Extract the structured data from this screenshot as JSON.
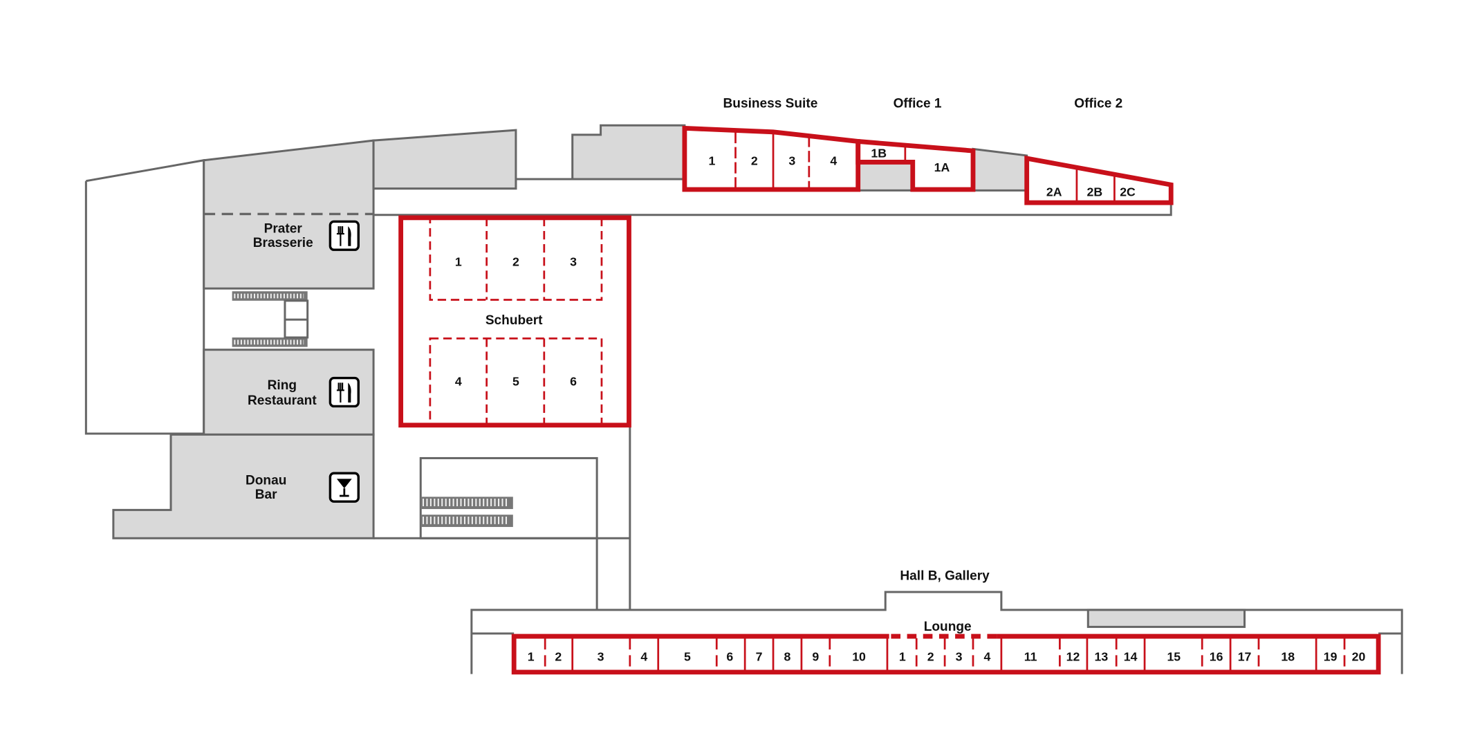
{
  "floorplan": {
    "colors": {
      "event_space": "#c8101a",
      "facility": "#d9d9d9",
      "wall": "#666666"
    },
    "areas": {
      "business_suite": {
        "label": "Business Suite",
        "rooms": [
          "1",
          "2",
          "3",
          "4"
        ]
      },
      "office1": {
        "label": "Office 1",
        "rooms": [
          "1B",
          "1A"
        ]
      },
      "office2": {
        "label": "Office 2",
        "rooms": [
          "2A",
          "2B",
          "2C"
        ]
      },
      "schubert": {
        "label": "Schubert",
        "rooms": [
          "1",
          "2",
          "3",
          "4",
          "5",
          "6"
        ]
      },
      "hall_b": {
        "label": "Hall B, Gallery"
      },
      "lounge": {
        "label": "Lounge",
        "rooms_left": [
          "1",
          "2",
          "3",
          "4",
          "5",
          "6",
          "7",
          "8",
          "9",
          "10"
        ],
        "rooms_mid": [
          "1",
          "2",
          "3",
          "4"
        ],
        "rooms_right": [
          "11",
          "12",
          "13",
          "14",
          "15",
          "16",
          "17",
          "18",
          "19",
          "20"
        ]
      }
    },
    "facilities": {
      "prater": {
        "line1": "Prater",
        "line2": "Brasserie",
        "icon": "restaurant-icon"
      },
      "ring": {
        "line1": "Ring",
        "line2": "Restaurant",
        "icon": "restaurant-icon"
      },
      "donau": {
        "line1": "Donau",
        "line2": "Bar",
        "icon": "bar-icon"
      }
    }
  }
}
